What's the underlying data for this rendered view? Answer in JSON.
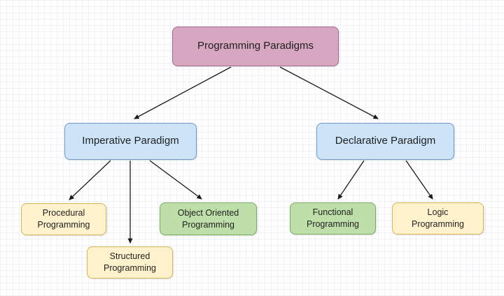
{
  "diagram": {
    "nodes": {
      "root": {
        "label": "Programming Paradigms",
        "fill": "#d7a7c1",
        "border": "#9e6b8c"
      },
      "imperative": {
        "label": "Imperative Paradigm",
        "fill": "#cde3f8",
        "border": "#6e96c8"
      },
      "declarative": {
        "label": "Declarative Paradigm",
        "fill": "#cde3f8",
        "border": "#6e96c8"
      },
      "procedural": {
        "line1": "Procedural",
        "line2": "Programming",
        "fill": "#fff2cc",
        "border": "#d6b656"
      },
      "structured": {
        "line1": "Structured",
        "line2": "Programming",
        "fill": "#fff2cc",
        "border": "#d6b656"
      },
      "object_oriented": {
        "line1": "Object Oriented",
        "line2": "Programming",
        "fill": "#bedfa9",
        "border": "#79aa5d"
      },
      "functional": {
        "line1": "Functional",
        "line2": "Programming",
        "fill": "#bedfa9",
        "border": "#79aa5d"
      },
      "logic": {
        "line1": "Logic",
        "line2": "Programming",
        "fill": "#fff2cc",
        "border": "#d6b656"
      }
    },
    "edges": [
      {
        "from": "root",
        "to": "imperative"
      },
      {
        "from": "root",
        "to": "declarative"
      },
      {
        "from": "imperative",
        "to": "procedural"
      },
      {
        "from": "imperative",
        "to": "structured"
      },
      {
        "from": "imperative",
        "to": "object_oriented"
      },
      {
        "from": "declarative",
        "to": "functional"
      },
      {
        "from": "declarative",
        "to": "logic"
      }
    ]
  }
}
